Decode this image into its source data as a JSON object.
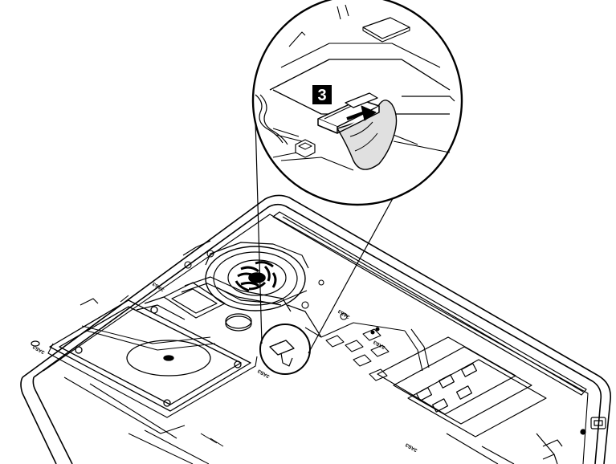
{
  "callout": {
    "step_number": "3"
  },
  "board_labels": {
    "label_a": "ЗАБЗ",
    "label_b": "ЗАБЗ",
    "label_c": "ЗАБЗ",
    "label_d": "ЗАБЗ",
    "label_e": "ЗАБЗ",
    "label_f": "ЗАБЗ"
  },
  "colors": {
    "line": "#000000",
    "callout_box": "#000000",
    "callout_text": "#ffffff",
    "cable_fill": "#e0e0e0",
    "background": "#ffffff"
  },
  "icons": [
    "magnifier-circle",
    "cable-connector",
    "disconnect-arrow",
    "fan",
    "heatsink",
    "hard-drive",
    "memory-modules",
    "battery-cell"
  ]
}
